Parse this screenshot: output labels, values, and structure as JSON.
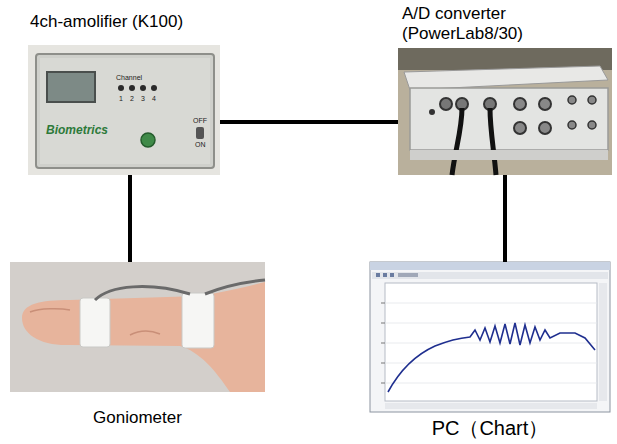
{
  "diagram": {
    "nodes": [
      {
        "text": [
          "4ch-amolifier (K100)"
        ]
      },
      {
        "text": [
          "A/D converter (PowerLab8/30)"
        ]
      },
      {
        "text": [
          "Goniometer"
        ]
      },
      {
        "text": [
          "PC（Chart）"
        ]
      }
    ],
    "edges": [
      {
        "from": 0,
        "to": 1,
        "arrow": "none"
      },
      {
        "from": 0,
        "to": 2,
        "arrow": "none"
      },
      {
        "from": 1,
        "to": 3,
        "arrow": "none"
      }
    ],
    "labels": [
      "Channel",
      "1",
      "2",
      "3",
      "4",
      "Biometrics",
      "OFF",
      "ON"
    ]
  }
}
